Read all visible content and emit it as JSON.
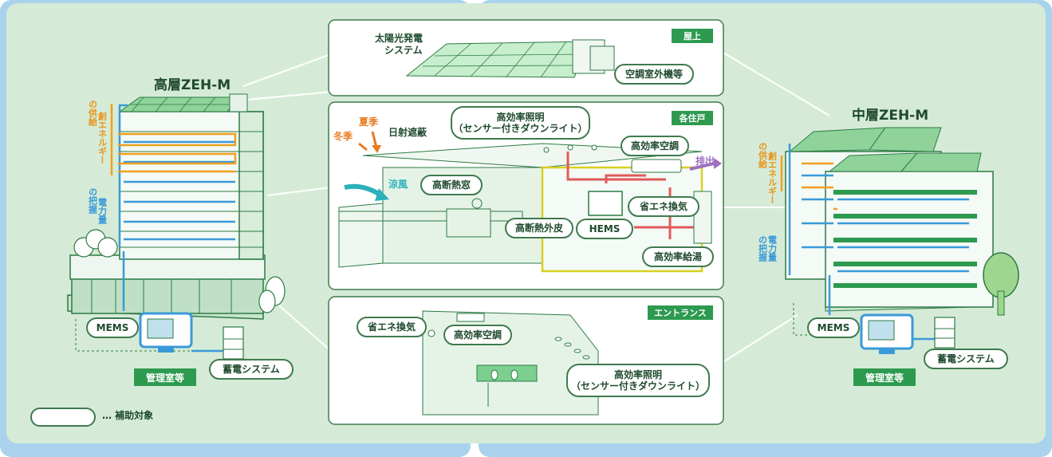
{
  "buildings": {
    "high_rise_title": "高層ZEH-M",
    "mid_rise_title": "中層ZEH-M"
  },
  "side_labels": {
    "energy_supply": "の創\n供エ\n給ネ\nル\nギ\nー",
    "energy_supply_left_col1": "創エネルギー",
    "energy_supply_left_col2": "の供給",
    "power_grasp_col1": "電力量",
    "power_grasp_col2": "の把握"
  },
  "panels": {
    "roof": {
      "tag": "屋上",
      "solar": "太陽光発電\nシステム",
      "solar_line1": "太陽光発電",
      "solar_line2": "システム",
      "outdoor_unit": "空調室外機等"
    },
    "unit": {
      "tag": "各住戸",
      "lighting_line1": "高効率照明",
      "lighting_line2": "（センサー付きダウンライト）",
      "summer": "夏季",
      "winter": "冬季",
      "shading": "日射遮蔽",
      "aircon": "高効率空調",
      "exhaust": "排出",
      "breeze": "涼風",
      "window": "高断熱窓",
      "ventilation": "省エネ換気",
      "skin": "高断熱外皮",
      "hems": "HEMS",
      "water_heater": "高効率給湯"
    },
    "entrance": {
      "tag": "エントランス",
      "ventilation": "省エネ換気",
      "aircon": "高効率空調",
      "lighting_line1": "高効率照明",
      "lighting_line2": "（センサー付きダウンライト）"
    }
  },
  "left_building": {
    "mems": "MEMS",
    "control_room": "管理室等",
    "storage": "蓄電システム"
  },
  "right_building": {
    "mems": "MEMS",
    "control_room": "管理室等",
    "storage": "蓄電システム"
  },
  "legend": {
    "text": "… 補助対象"
  },
  "colors": {
    "background": "#d5ebd7",
    "frame_blue": "#a9d3ec",
    "accent_green": "#2d9a4f",
    "energy_orange": "#f0a020",
    "power_blue": "#3a9ad8",
    "pipe_red": "#e05a5a",
    "exhaust_purple": "#a070c0",
    "summer_orange": "#e87a20",
    "breeze_teal": "#2ab0b8"
  }
}
